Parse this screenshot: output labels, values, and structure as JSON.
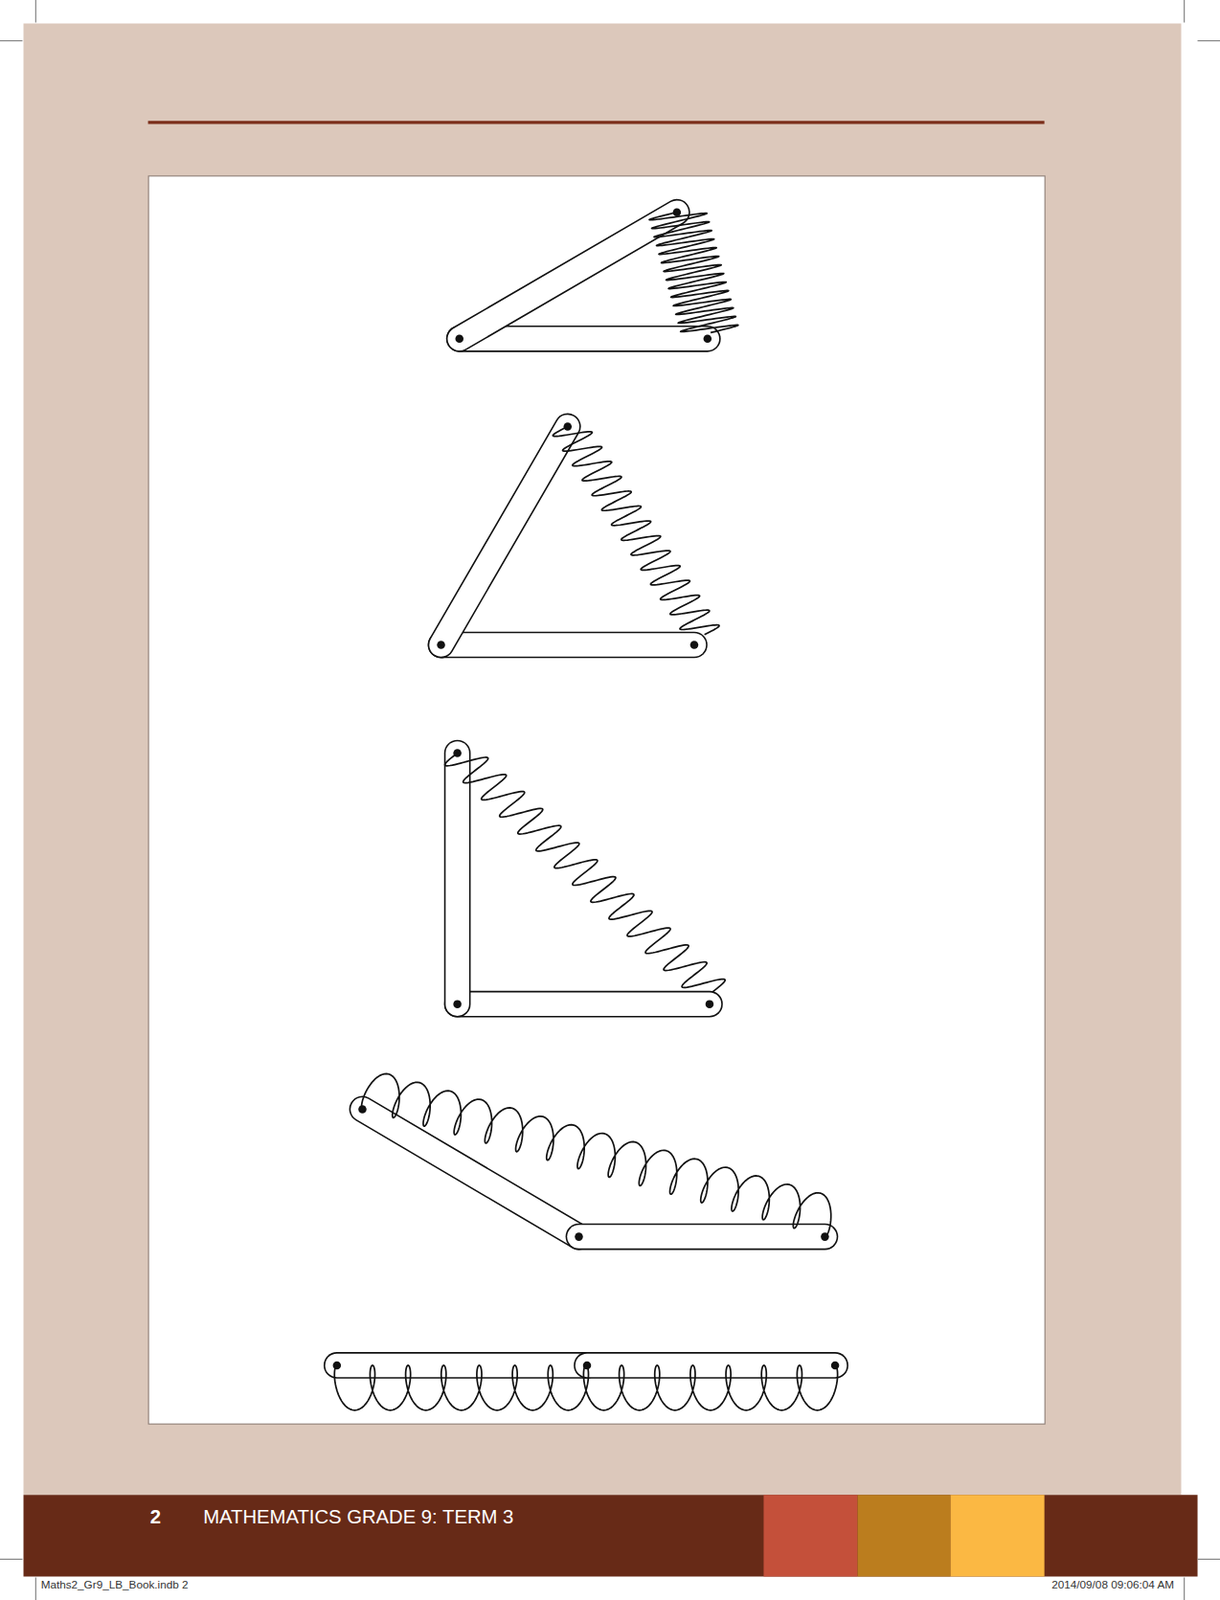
{
  "diagram": {
    "labels": [
      "2",
      "MATHEMATICS GRADE 9: TERM 3",
      "Maths2_Gr9_LB_Book.indb 2",
      "2014/09/08 09:06:04 AM"
    ]
  }
}
